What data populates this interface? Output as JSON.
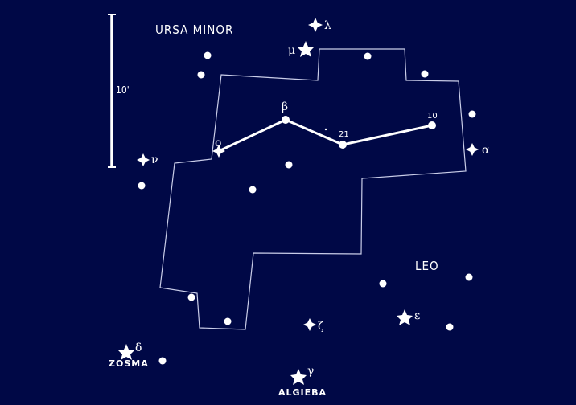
{
  "labels": {
    "ursa_minor": "URSA MINOR",
    "leo": "LEO",
    "scale": "10'"
  },
  "stars": [
    {
      "id": "lambda",
      "symbol": "diamond",
      "greek": "λ"
    },
    {
      "id": "mu",
      "symbol": "star",
      "greek": "μ"
    },
    {
      "id": "beta",
      "symbol": "dot",
      "greek": "β"
    },
    {
      "id": "s21",
      "symbol": "dot",
      "greek": "21"
    },
    {
      "id": "s10",
      "symbol": "dot",
      "greek": "10"
    },
    {
      "id": "omicron",
      "symbol": "diamond",
      "greek": "o"
    },
    {
      "id": "alpha",
      "symbol": "diamond",
      "greek": "α"
    },
    {
      "id": "nu",
      "symbol": "diamond",
      "greek": "ν"
    },
    {
      "id": "zeta",
      "symbol": "diamond",
      "greek": "ζ"
    },
    {
      "id": "epsilon",
      "symbol": "star",
      "greek": "ε"
    },
    {
      "id": "delta",
      "symbol": "star",
      "greek": "δ",
      "name": "ZOSMA"
    },
    {
      "id": "gamma",
      "symbol": "star",
      "greek": "γ",
      "name": "ALGIEBA"
    }
  ],
  "colors": {
    "background": "#000846",
    "ink": "#ffffff"
  }
}
